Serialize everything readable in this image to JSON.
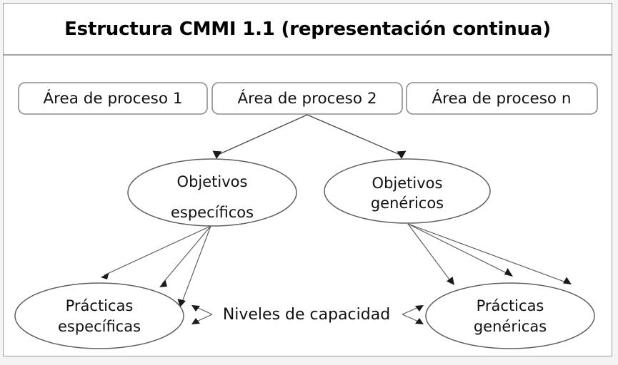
{
  "title": "Estructura CMMI 1.1 (representación continua)",
  "diagram": {
    "type": "hierarchy-diagram",
    "process_areas": [
      {
        "label": "Área de proceso 1"
      },
      {
        "label": "Área de proceso 2"
      },
      {
        "label": "Área de proceso n"
      }
    ],
    "goals": [
      {
        "id": "specific-goals",
        "line1": "Objetivos",
        "line2": "específicos"
      },
      {
        "id": "generic-goals",
        "line1": "Objetivos",
        "line2": "genéricos"
      }
    ],
    "practices": [
      {
        "id": "specific-practices",
        "line1": "Prácticas",
        "line2": "específicas"
      },
      {
        "id": "generic-practices",
        "line1": "Prácticas",
        "line2": "genéricas"
      }
    ],
    "capability_levels": {
      "label": "Niveles de capacidad"
    },
    "colors": {
      "background": "#ffffff",
      "frame": "#f4f4f4",
      "border": "#9a9a9a",
      "box_stroke": "#8d8d8d",
      "ellipse_stroke": "#606060",
      "edge": "#4a4a4a",
      "text": "#111111"
    }
  }
}
